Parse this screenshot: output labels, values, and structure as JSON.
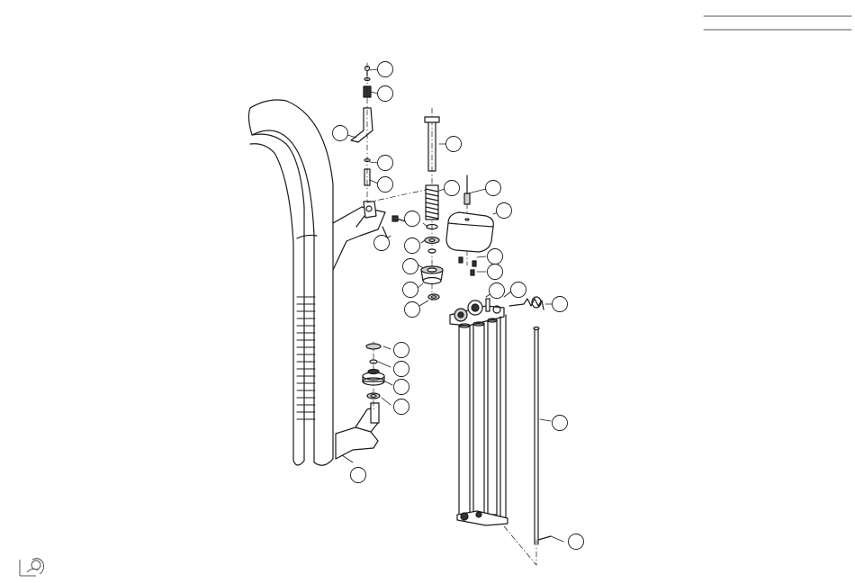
{
  "document": {
    "type": "exploded-parts-diagram",
    "header_rules": 2,
    "callout_count": 30,
    "callout_labels": [],
    "line_color": "#1a1a1a",
    "fill_color": "#ffffff",
    "shade_color": "#cfcfcf"
  },
  "icons": {
    "corner_logo": "logo-icon"
  }
}
